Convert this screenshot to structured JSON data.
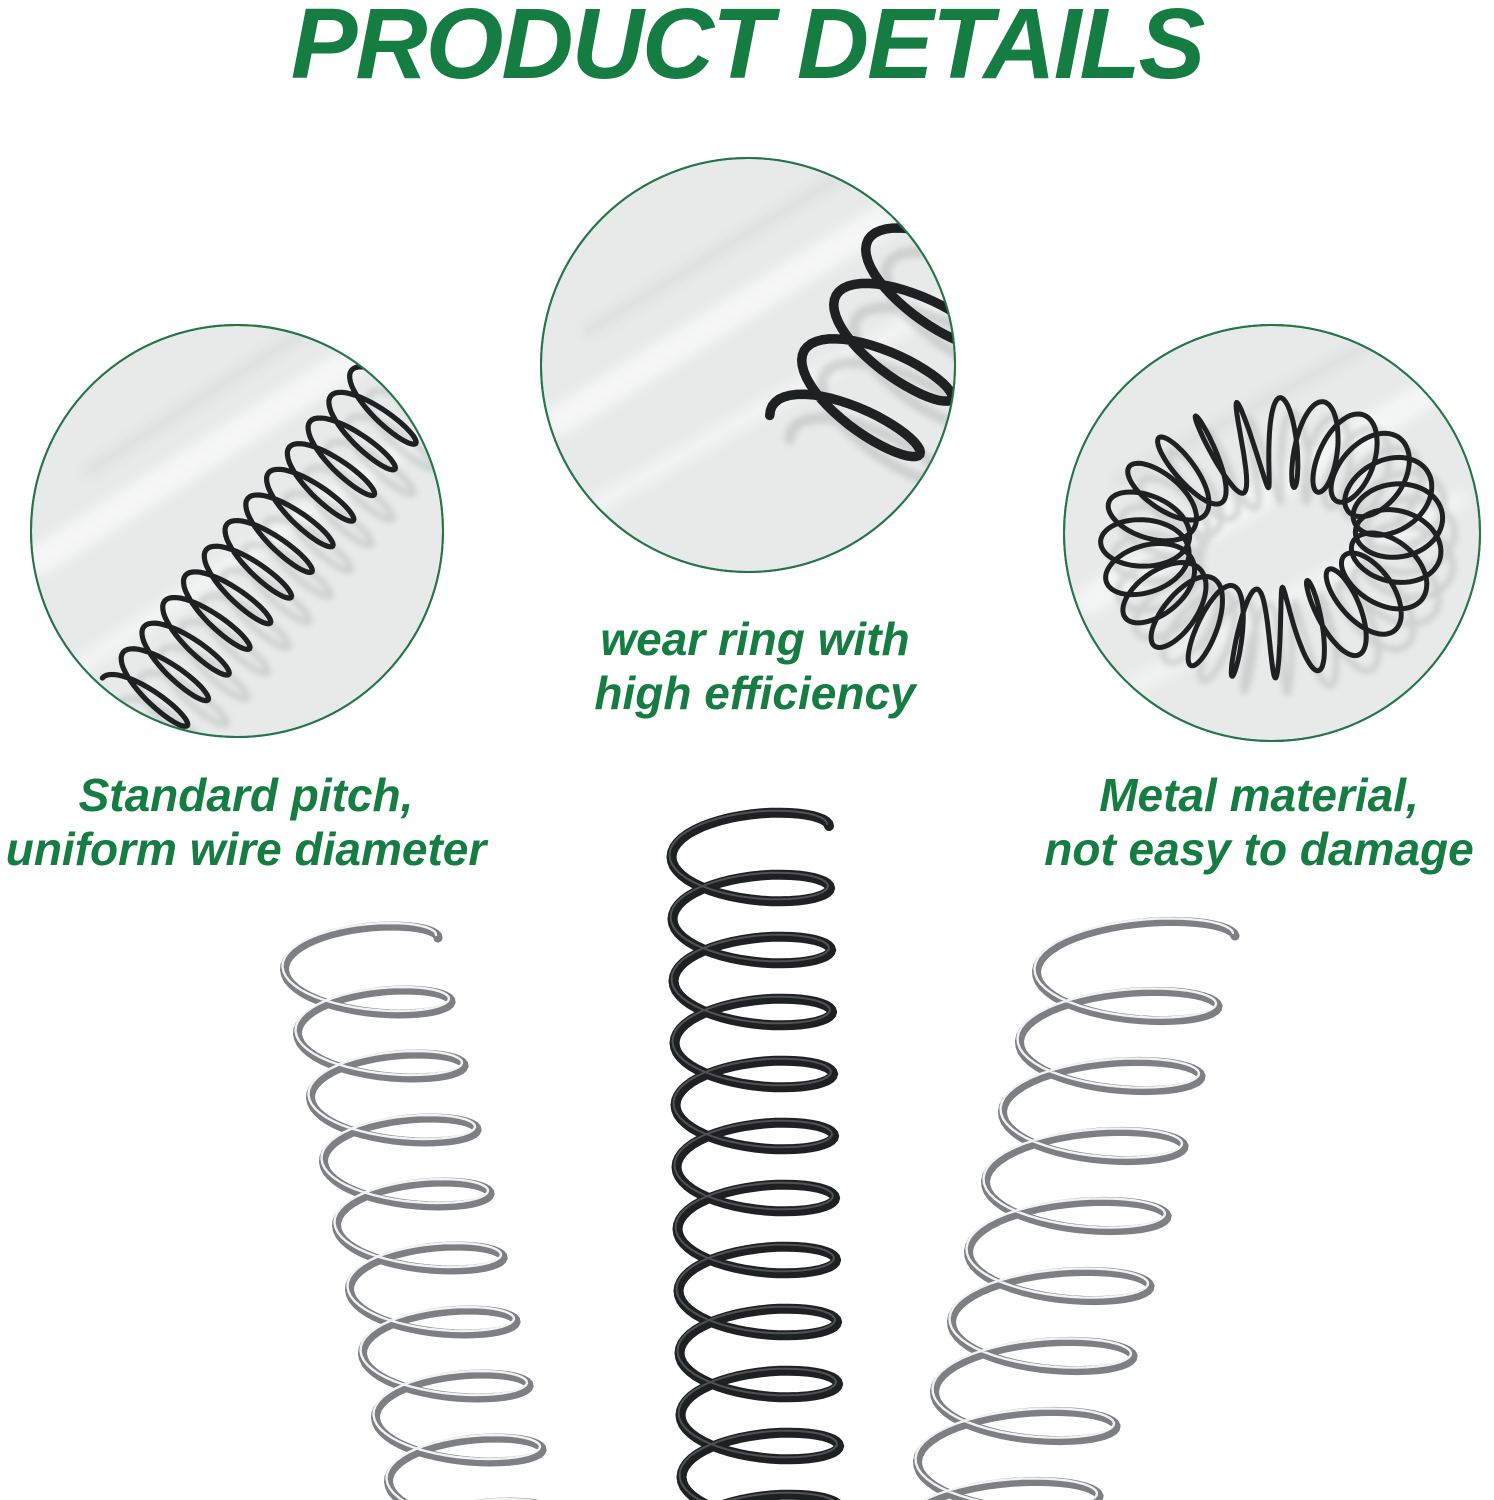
{
  "title": "PRODUCT DETAILS",
  "theme": {
    "accent_green": "#157c42",
    "circle_border_green": "#25754a",
    "photo_background": "#e8eae9",
    "wire_dark": "#1e2122",
    "wire_gray": "#7d7f83",
    "canvas_background": "#ffffff"
  },
  "features": [
    {
      "line1": "Standard pitch,",
      "line2": "uniform wire diameter",
      "photo": "closeup-diagonal-compression-spring"
    },
    {
      "line1": "wear ring with",
      "line2": "high efficiency",
      "photo": "closeup-spring-end-coils"
    },
    {
      "line1": "Metal material,",
      "line2": "not easy to damage",
      "photo": "spring-coiled-into-ring"
    }
  ],
  "bottom_photos": [
    {
      "photo": "gray-compression-spring-tilted-right"
    },
    {
      "photo": "black-compression-spring-vertical"
    },
    {
      "photo": "gray-compression-spring-tilted-left"
    }
  ]
}
